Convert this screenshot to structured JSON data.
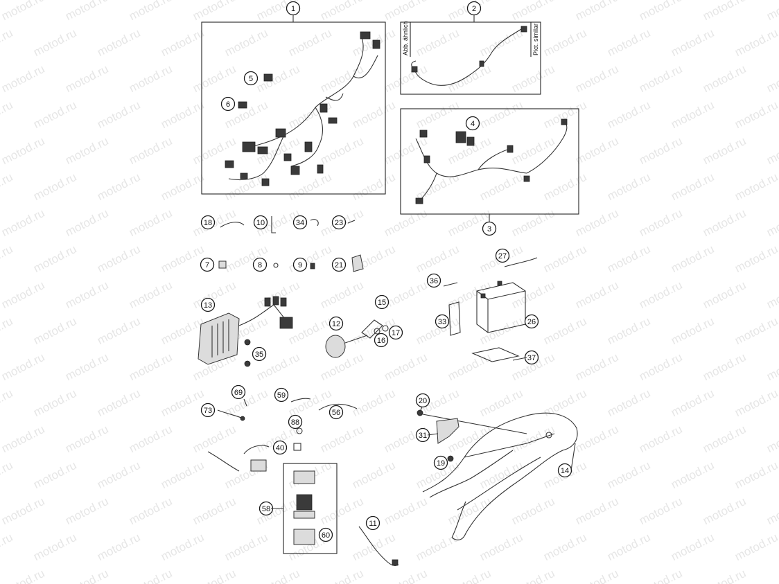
{
  "watermark": "motod.ru",
  "labels": {
    "abb_aehnlich": "Abb. ähnlich",
    "pict_similar": "Pict. similar"
  },
  "callouts": [
    "1",
    "2",
    "3",
    "4",
    "5",
    "6",
    "7",
    "8",
    "9",
    "10",
    "11",
    "12",
    "13",
    "14",
    "15",
    "16",
    "17",
    "18",
    "19",
    "20",
    "21",
    "23",
    "26",
    "27",
    "31",
    "33",
    "34",
    "35",
    "36",
    "37",
    "40",
    "56",
    "58",
    "59",
    "60",
    "69",
    "73",
    "88"
  ]
}
